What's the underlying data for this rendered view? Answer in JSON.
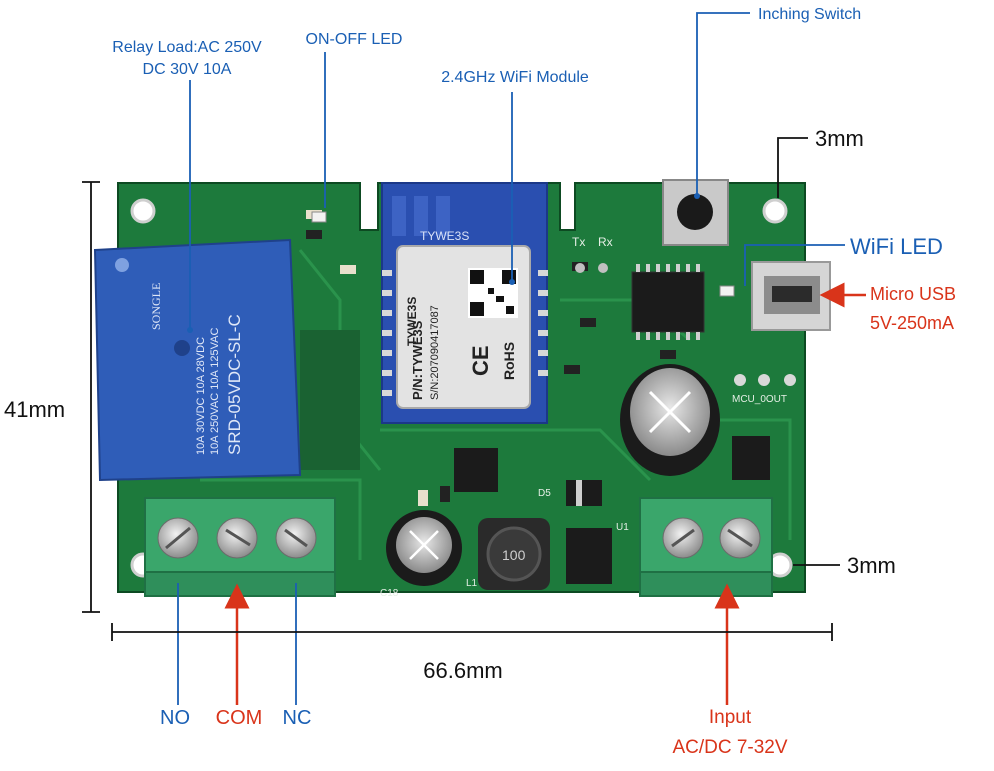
{
  "labels": {
    "relay_load_line1": "Relay Load:AC 250V",
    "relay_load_line2": "DC 30V 10A",
    "on_off_led": "ON-OFF LED",
    "wifi_module": "2.4GHz WiFi Module",
    "inching_switch": "Inching Switch",
    "wifi_led": "WiFi LED",
    "micro_usb": "Micro USB",
    "micro_usb_spec": "5V-250mA",
    "dim_top_hole": "3mm",
    "dim_bottom_hole": "3mm",
    "dim_height": "41mm",
    "dim_width": "66.6mm",
    "terminal_no": "NO",
    "terminal_com": "COM",
    "terminal_nc": "NC",
    "input_line1": "Input",
    "input_line2": "AC/DC 7-32V"
  },
  "board_markings": {
    "module_name": "TYWE3S",
    "module_side": "TYWE3S",
    "pn": "P/N:TYWE3S",
    "sn": "S/N:207090417087",
    "ce": "CE",
    "rohs": "RoHS",
    "relay_brand": "SONGLE",
    "relay_model": "SRD-05VDC-SL-C",
    "relay_rating1": "10A 250VAC  10A 125VAC",
    "relay_rating2": "10A 30VDC  10A 28VDC",
    "inductor": "100",
    "silk_tx": "Tx",
    "silk_rx": "Rx",
    "silk_mcu": "MCU_0OUT",
    "silk_c18": "C18",
    "silk_l1": "L1",
    "silk_d5": "D5",
    "silk_u1": "U1"
  },
  "colors": {
    "blue_label": "#1a5fb4",
    "red_label": "#d9341a",
    "black_label": "#111111",
    "pcb_green": "#1d7a3c",
    "terminal_green": "#3aa66b",
    "relay_blue": "#2f5db8"
  }
}
